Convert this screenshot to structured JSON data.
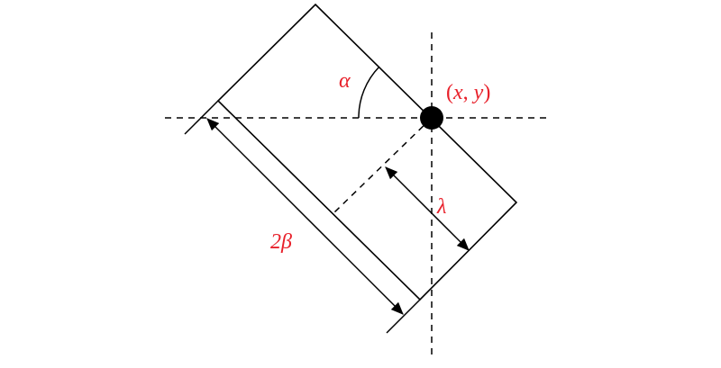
{
  "colors": {
    "ink": "#000000",
    "label": "#e8202a",
    "background": "#ffffff"
  },
  "labels": {
    "alpha": "α",
    "point": "(x, y)",
    "lambda": "λ",
    "two_beta": "2β"
  }
}
